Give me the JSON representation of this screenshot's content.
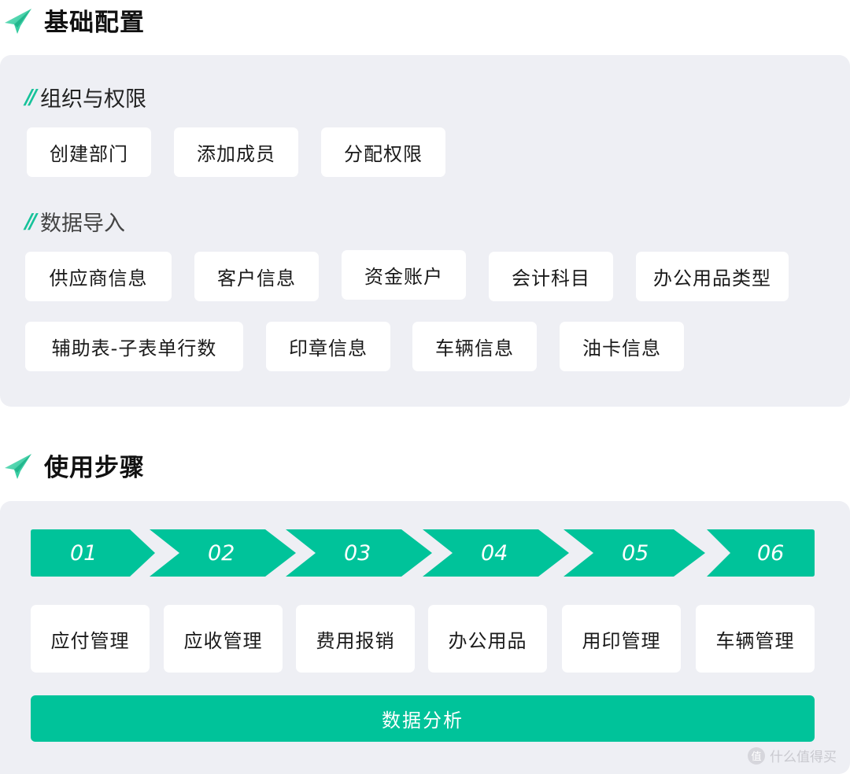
{
  "colors": {
    "accent": "#00c39a",
    "panel_bg": "#eeeff4",
    "chip_bg": "#ffffff"
  },
  "basic_config": {
    "icon": "paper-plane-icon",
    "title": "基础配置",
    "org_permissions": {
      "title": "组织与权限",
      "items": [
        "创建部门",
        "添加成员",
        "分配权限"
      ]
    },
    "data_import": {
      "title": "数据导入",
      "items": [
        "供应商信息",
        "客户信息",
        "资金账户",
        "会计科目",
        "办公用品类型",
        "辅助表-子表单行数",
        "印章信息",
        "车辆信息",
        "油卡信息"
      ]
    }
  },
  "usage_steps": {
    "icon": "paper-plane-icon",
    "title": "使用步骤",
    "steps": [
      "01",
      "02",
      "03",
      "04",
      "05",
      "06"
    ],
    "modules": [
      "应付管理",
      "应收管理",
      "费用报销",
      "办公用品",
      "用印管理",
      "车辆管理"
    ],
    "analysis": "数据分析"
  },
  "watermark": {
    "badge": "值",
    "text": "什么值得买"
  }
}
